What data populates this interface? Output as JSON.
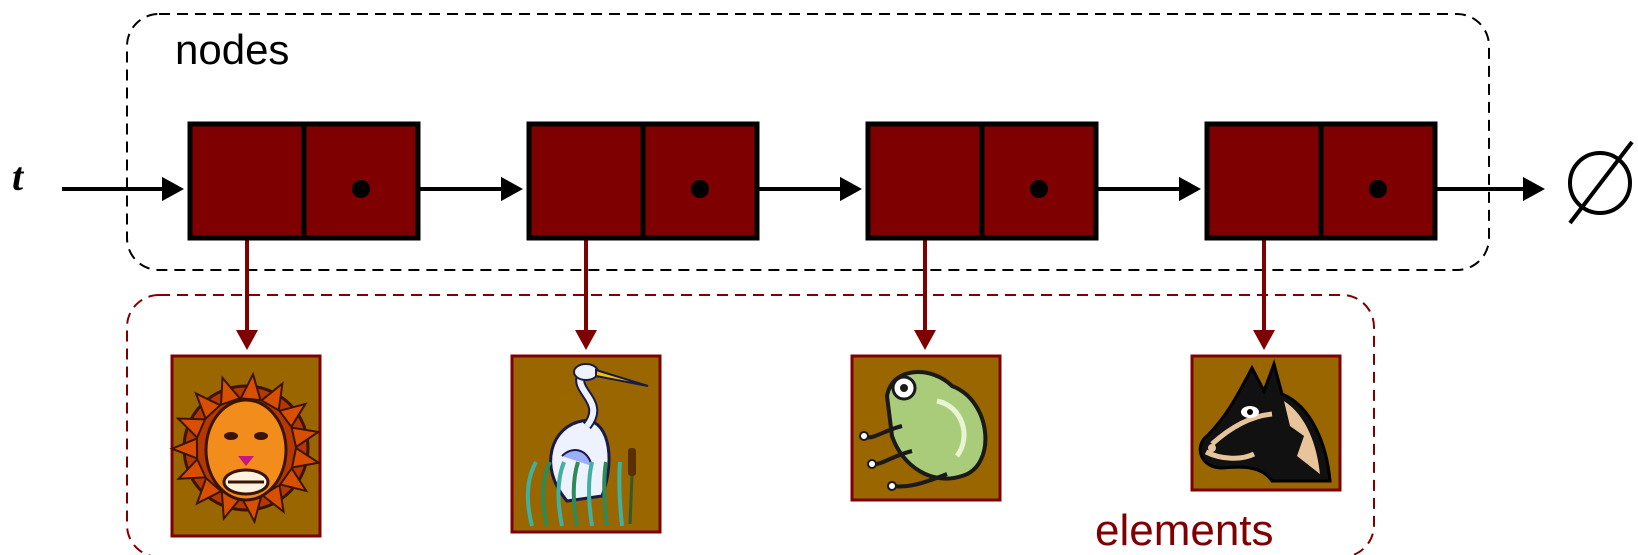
{
  "labels": {
    "nodes": "nodes",
    "elements": "elements",
    "head_pointer": "t",
    "null_symbol": "∅"
  },
  "colors": {
    "node_fill": "#7f0000",
    "node_border": "#000000",
    "pointer_arrow": "#000000",
    "element_arrow": "#7f0000",
    "element_tile": "#996600",
    "element_tile_border": "#7f0000",
    "nodes_group_border": "#000000",
    "elements_group_border": "#7f0000",
    "elements_label": "#7f0000"
  },
  "nodes": [
    {
      "element": "lion"
    },
    {
      "element": "heron"
    },
    {
      "element": "frog"
    },
    {
      "element": "horse"
    }
  ],
  "elements": [
    {
      "name": "lion",
      "icon": "lion-icon"
    },
    {
      "name": "heron",
      "icon": "heron-icon"
    },
    {
      "name": "frog",
      "icon": "frog-icon"
    },
    {
      "name": "horse",
      "icon": "horse-icon"
    }
  ]
}
